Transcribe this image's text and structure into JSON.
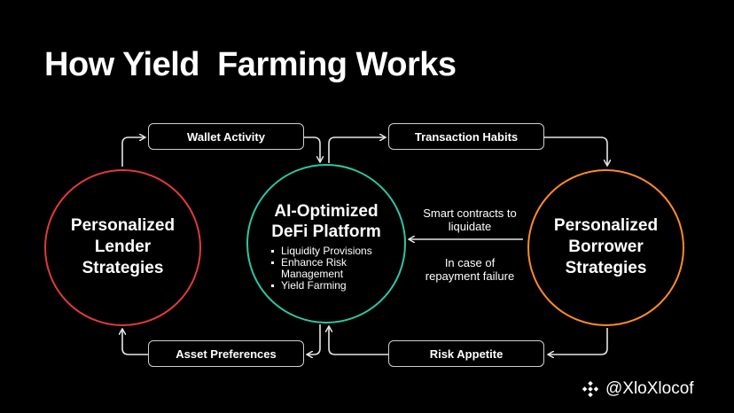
{
  "title": "How Yield  Farming Works",
  "lender": {
    "title_lines": [
      "Personalized",
      "Lender",
      "Strategies"
    ]
  },
  "platform": {
    "title_lines": [
      "AI-Optimized",
      "DeFi Platform"
    ],
    "bullets": [
      "Liquidity Provisions",
      "Enhance Risk Management",
      "Yield Farming"
    ]
  },
  "borrower": {
    "title_lines": [
      "Personalized",
      "Borrower",
      "Strategies"
    ]
  },
  "flows": {
    "wallet_activity": "Wallet Activity",
    "transaction_habits": "Transaction Habits",
    "asset_preferences": "Asset Preferences",
    "risk_appetite": "Risk Appetite"
  },
  "arrow_labels": {
    "smart_contracts": "Smart contracts to liquidate",
    "repayment": "In case of repayment failure"
  },
  "watermark": {
    "text": "@XloXlocof",
    "icon": "binance-icon"
  },
  "colors": {
    "background": "#000000",
    "lender_ring": "#e03a3a",
    "platform_ring": "#2fc6a5",
    "borrower_ring": "#ff8a2b",
    "pill_border": "#cfcfcf"
  }
}
